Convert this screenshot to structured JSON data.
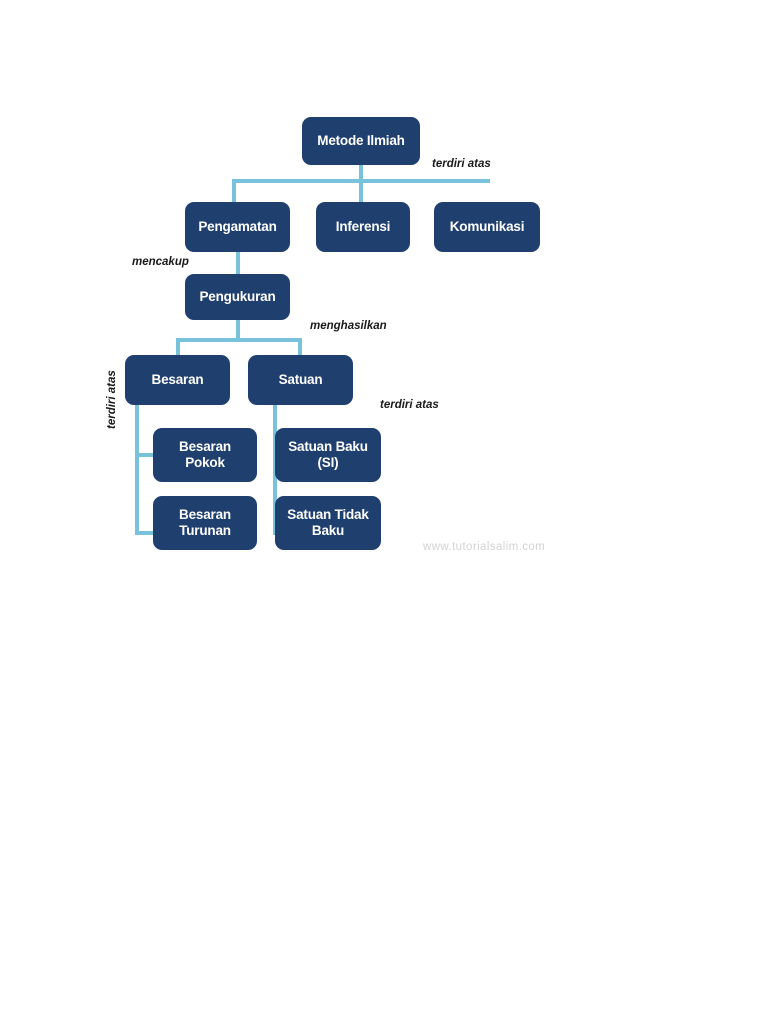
{
  "diagram": {
    "title": "Metode Ilmiah",
    "theme": {
      "node_fill": "#1f3f6e",
      "node_text": "#ffffff",
      "connector": "#79c2dc",
      "background": "#ffffff",
      "label_text": "#1a1a1a",
      "watermark_text": "#d3d3d3"
    },
    "nodes": [
      {
        "id": "metode-ilmiah",
        "label": "Metode Ilmiah"
      },
      {
        "id": "pengamatan",
        "label": "Pengamatan"
      },
      {
        "id": "inferensi",
        "label": "Inferensi"
      },
      {
        "id": "komunikasi",
        "label": "Komunikasi"
      },
      {
        "id": "pengukuran",
        "label": "Pengukuran"
      },
      {
        "id": "besaran",
        "label": "Besaran"
      },
      {
        "id": "satuan",
        "label": "Satuan"
      },
      {
        "id": "besaran-pokok",
        "label": "Besaran Pokok"
      },
      {
        "id": "besaran-turunan",
        "label": "Besaran Turunan"
      },
      {
        "id": "satuan-baku-si",
        "label": "Satuan Baku (SI)"
      },
      {
        "id": "satuan-tidak-baku",
        "label": "Satuan Tidak Baku"
      }
    ],
    "edge_labels": {
      "terdiri_atas_top": "terdiri atas",
      "mencakup": "mencakup",
      "menghasilkan": "menghasilkan",
      "terdiri_atas_right": "terdiri atas",
      "terdiri_atas_left_vertical": "terdiri atas"
    },
    "watermark": "www.tutorialsalim.com"
  }
}
